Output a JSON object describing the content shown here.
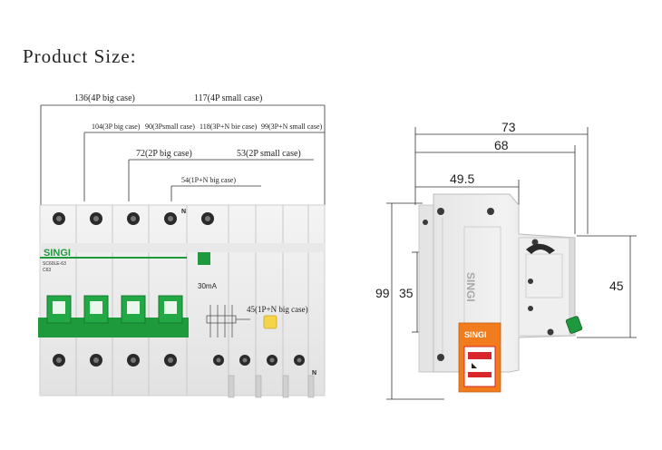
{
  "page": {
    "title": "Product Size:"
  },
  "front_view": {
    "dimensions": {
      "d136": "136(4P big case)",
      "d117": "117(4P small case)",
      "d104": "104(3P big case)",
      "d90": "90(3Psmall case)",
      "d118": "118(3P+N bie case)",
      "d99": "99(3P+N small case)",
      "d72": "72(2P big case)",
      "d53": "53(2P small case)",
      "d54": "54(1P+N big case)",
      "d45": "45(1P+N big case)"
    },
    "labels": {
      "brand": "SINGI",
      "model": "SC60LE-63",
      "rating": "C63",
      "current": "30mA",
      "terminal_n_top": "N",
      "terminal_n_bottom": "N"
    },
    "colors": {
      "brand_green": "#1e9a3c",
      "housing": "#ececec",
      "test_button": "#f5d44a"
    }
  },
  "side_view": {
    "dimensions": {
      "width_73": "73",
      "width_68": "68",
      "width_49_5": "49.5",
      "height_99": "99",
      "height_35": "35",
      "height_45": "45"
    },
    "labels": {
      "brand_vertical": "SINGI",
      "brand_tag": "SINGI"
    },
    "colors": {
      "tag_orange": "#f07c1e",
      "tag_red": "#d9262b"
    }
  }
}
